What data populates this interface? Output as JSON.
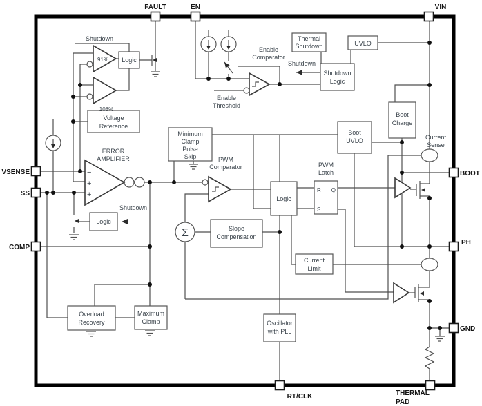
{
  "title": "Switching regulator functional block diagram",
  "pins": {
    "fault": "FAULT",
    "en": "EN",
    "vin": "VIN",
    "vsense": "VSENSE",
    "ss": "SS",
    "comp": "COMP",
    "boot": "BOOT",
    "ph": "PH",
    "gnd": "GND",
    "rt_clk": "RT/CLK",
    "thermal_line1": "THERMAL",
    "thermal_line2": "PAD"
  },
  "comparators": {
    "pct91": "91%",
    "pct108": "108%"
  },
  "blocks": {
    "logic_fault": "Logic",
    "voltage_reference": [
      "Voltage",
      "Reference"
    ],
    "error_amplifier": [
      "ERROR",
      "AMPLIFIER"
    ],
    "logic_ss": "Logic",
    "min_clamp": [
      "Minimum",
      "Clamp",
      "Pulse",
      "Skip"
    ],
    "pwm_comparator": [
      "PWM",
      "Comparator"
    ],
    "slope_comp": [
      "Slope",
      "Compensation"
    ],
    "logic_main": "Logic",
    "pwm_latch": [
      "PWM",
      "Latch"
    ],
    "current_limit": [
      "Current",
      "Limit"
    ],
    "oscillator": [
      "Oscillator",
      "with PLL"
    ],
    "overload_recovery": [
      "Overload",
      "Recovery"
    ],
    "maximum_clamp": [
      "Maximum",
      "Clamp"
    ],
    "thermal_shutdown": [
      "Thermal",
      "Shutdown"
    ],
    "shutdown_logic": [
      "Shutdown",
      "Logic"
    ],
    "uvlo": "UVLO",
    "boot_charge": [
      "Boot",
      "Charge"
    ],
    "boot_uvlo": [
      "Boot",
      "UVLO"
    ],
    "enable_comparator": [
      "Enable",
      "Comparator"
    ],
    "enable_threshold": [
      "Enable",
      "Threshold"
    ],
    "current_sense": [
      "Current",
      "Sense"
    ]
  },
  "signals": {
    "shutdown_tl": "Shutdown",
    "shutdown_mid": "Shutdown",
    "shutdown_ss": "Shutdown"
  },
  "latch_pins": {
    "r": "R",
    "s": "S",
    "q": "Q"
  },
  "symbols": {
    "sigma": "Σ",
    "minus": "−",
    "plus": "+"
  },
  "colors": {
    "wire": "#4f4f4f",
    "border": "#000000",
    "text": "#39424a"
  }
}
